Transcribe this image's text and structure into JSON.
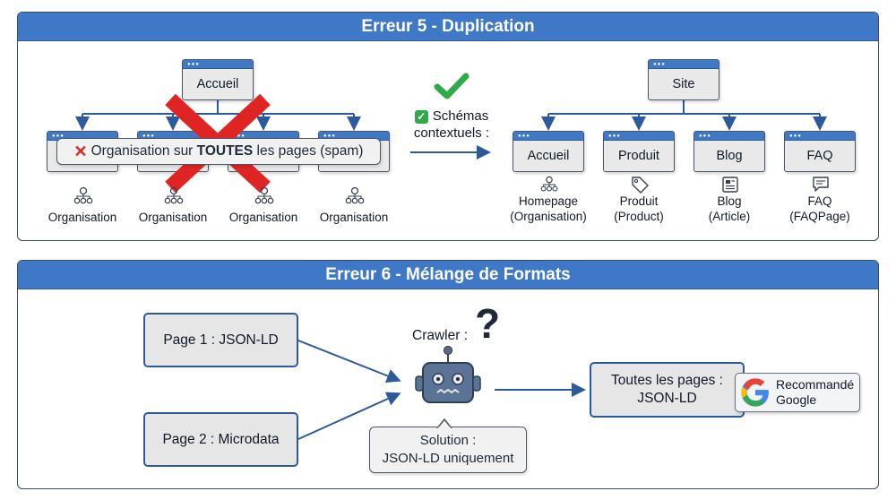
{
  "panel1": {
    "title": "Erreur 5 - Duplication",
    "left": {
      "root": "Accueil",
      "overlay_prefix": "Organisation sur ",
      "overlay_bold": "TOUTES",
      "overlay_suffix": " les pages (spam)",
      "captions": [
        "Organisation",
        "Organisation",
        "Organisation",
        "Organisation"
      ],
      "icon": "organisation-icon"
    },
    "middle": {
      "label_line1": "Schémas",
      "label_line2": "contextuels :"
    },
    "right": {
      "root": "Site",
      "children": [
        {
          "label": "Accueil",
          "caption1": "Homepage",
          "caption2": "(Organisation)",
          "icon": "organisation-icon"
        },
        {
          "label": "Produit",
          "caption1": "Produit",
          "caption2": "(Product)",
          "icon": "tag-icon"
        },
        {
          "label": "Blog",
          "caption1": "Blog",
          "caption2": "(Article)",
          "icon": "article-icon"
        },
        {
          "label": "FAQ",
          "caption1": "FAQ",
          "caption2": "(FAQPage)",
          "icon": "faq-icon"
        }
      ]
    }
  },
  "panel2": {
    "title": "Erreur 6 - Mélange de Formats",
    "page1": "Page 1 : JSON-LD",
    "page2": "Page 2 : Microdata",
    "crawler_label": "Crawler :",
    "question_mark": "?",
    "solution_line1": "Solution :",
    "solution_line2": "JSON-LD uniquement",
    "result_line1": "Toutes les pages :",
    "result_line2": "JSON-LD",
    "badge_line1": "Recommandé",
    "badge_line2": "Google",
    "colors": {
      "accent": "#3f78c6",
      "error": "#e02424",
      "success": "#2faa4a",
      "google_blue": "#4285F4",
      "google_red": "#EA4335",
      "google_yellow": "#FBBC05",
      "google_green": "#34A853"
    }
  }
}
